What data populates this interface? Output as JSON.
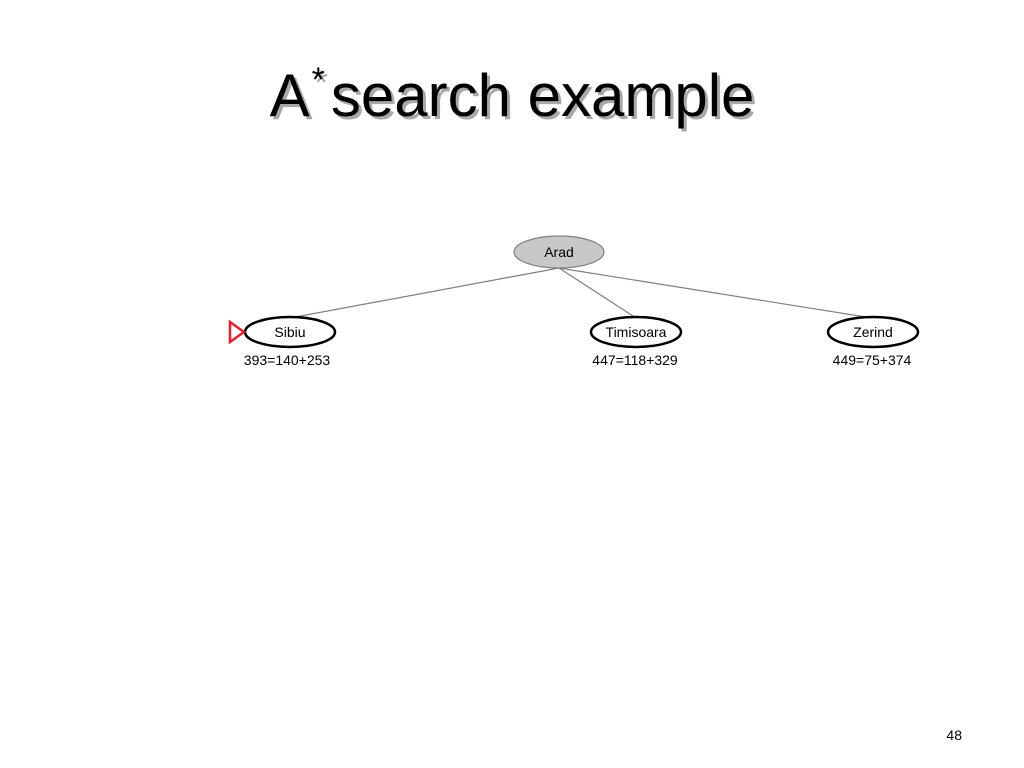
{
  "slide": {
    "title_main": "A",
    "title_sup": "*",
    "title_rest": "search example",
    "page_number": "48"
  },
  "tree": {
    "root": {
      "label": "Arad",
      "fill": "#c8c8c8",
      "expanded": true
    },
    "children": [
      {
        "label": "Sibiu",
        "f_value": "393=140+253",
        "selected_next": true
      },
      {
        "label": "Timisoara",
        "f_value": "447=118+329",
        "selected_next": false
      },
      {
        "label": "Zerind",
        "f_value": "449=75+374",
        "selected_next": false
      }
    ],
    "pointer_color": "#e8202a",
    "edge_color": "#808080"
  }
}
